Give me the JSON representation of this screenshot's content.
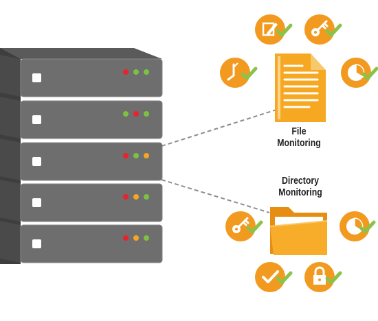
{
  "diagram": {
    "labels": {
      "file_line1": "File",
      "file_line2": "Monitoring",
      "dir_line1": "Directory",
      "dir_line2": "Monitoring"
    },
    "colors": {
      "server_dark": "#4a4a4a",
      "server_face": "#6e6e6e",
      "server_edge": "#8a8a8a",
      "handle": "#ffffff",
      "led_red": "#e8232f",
      "led_green": "#7cc242",
      "led_orange": "#f5a623",
      "icon_orange": "#f29a1f",
      "check_green": "#8bc34a",
      "doc_orange": "#f7a823",
      "folder_orange": "#f6a21f",
      "dashed_line": "#8c8c8c"
    },
    "server": {
      "units": [
        {
          "leds": [
            "led_red",
            "led_green",
            "led_green"
          ]
        },
        {
          "leds": [
            "led_green",
            "led_red",
            "led_green"
          ]
        },
        {
          "leds": [
            "led_red",
            "led_green",
            "led_orange"
          ]
        },
        {
          "leds": [
            "led_red",
            "led_orange",
            "led_green"
          ]
        },
        {
          "leds": [
            "led_red",
            "led_orange",
            "led_green"
          ]
        }
      ]
    },
    "file_icons": [
      "edit-icon",
      "key-icon",
      "clock-icon",
      "pie-chart-icon"
    ],
    "directory_icons": [
      "key-icon",
      "pie-chart-icon",
      "checkmark-icon",
      "lock-icon"
    ]
  }
}
